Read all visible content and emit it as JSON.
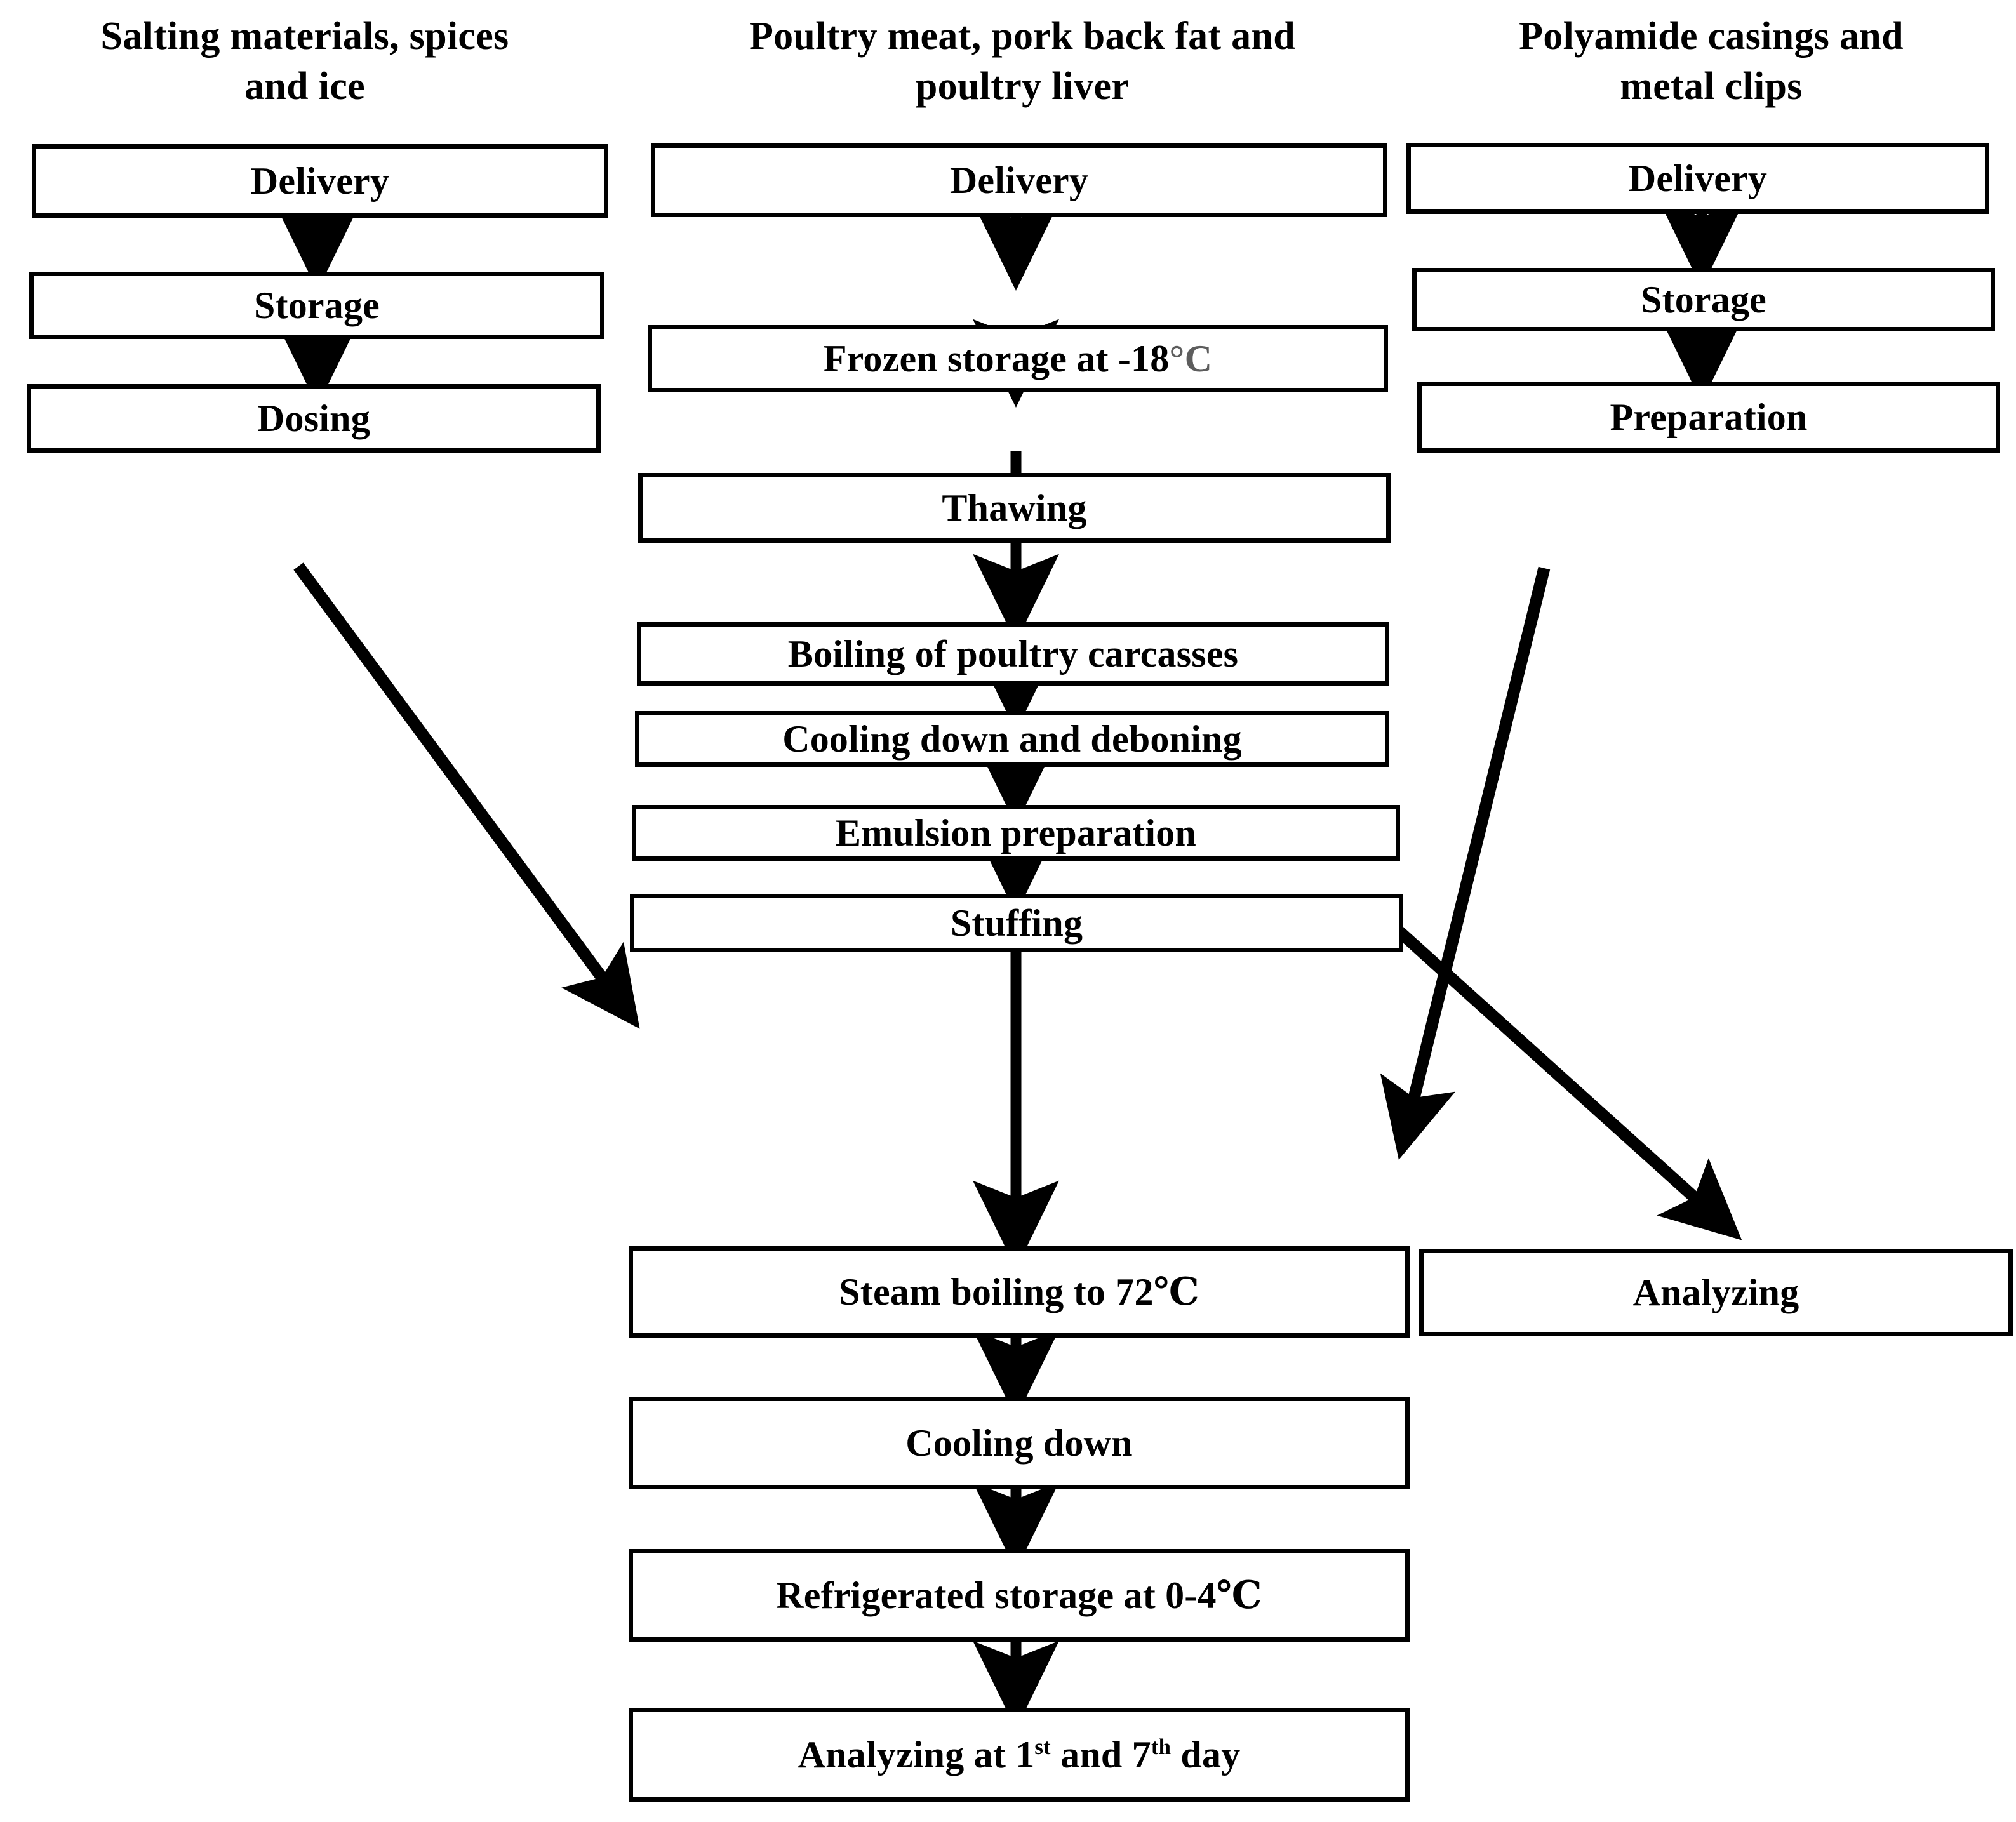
{
  "diagram": {
    "title_columns": [
      {
        "id": "col-inputs-salting",
        "text": "Salting materials, spices\nand ice"
      },
      {
        "id": "col-inputs-meat",
        "text": "Poultry meat, pork back fat and\npoultry liver"
      },
      {
        "id": "col-inputs-casings",
        "text": "Polyamide casings and\nmetal clips"
      }
    ],
    "colors": {
      "line": "#000000",
      "box_fill": "#ffffff",
      "text": "#000000",
      "degree_symbol_grey": "#5d5d5d",
      "background": "#ffffff"
    },
    "nodes": {
      "salting_delivery": "Delivery",
      "salting_storage": "Storage",
      "salting_dosing": "Dosing",
      "meat_delivery": "Delivery",
      "meat_frozen_storage_pre": "Frozen storage at -18",
      "meat_frozen_storage_deg": "°C",
      "meat_thawing": "Thawing",
      "meat_boiling": "Boiling of poultry carcasses",
      "meat_cooling_deboning": "Cooling down and deboning",
      "emulsion_preparation": "Emulsion preparation",
      "stuffing": "Stuffing",
      "steam_boiling": "Steam boiling to 72℃",
      "cooling_down": "Cooling down",
      "refrigerated_storage": "Refrigerated storage at 0-4℃",
      "analyzing_days_pre": "Analyzing at 1",
      "analyzing_days_ord1": "st",
      "analyzing_days_mid": " and 7",
      "analyzing_days_ord2": "th",
      "analyzing_days_post": " day",
      "casings_delivery": "Delivery",
      "casings_storage": "Storage",
      "casings_preparation": "Preparation",
      "analyzing": "Analyzing"
    },
    "edges": [
      {
        "from": "salting_delivery",
        "to": "salting_storage",
        "type": "vertical-arrow"
      },
      {
        "from": "salting_storage",
        "to": "salting_dosing",
        "type": "vertical-arrow"
      },
      {
        "from": "salting_dosing",
        "to": "emulsion_preparation",
        "type": "diagonal-arrow"
      },
      {
        "from": "meat_delivery",
        "to": "meat_frozen_storage",
        "type": "vertical-arrow"
      },
      {
        "from": "meat_frozen_storage",
        "to": "meat_thawing",
        "type": "vertical-arrow"
      },
      {
        "from": "meat_thawing",
        "to": "meat_boiling",
        "type": "vertical-arrow"
      },
      {
        "from": "meat_boiling",
        "to": "meat_cooling_deboning",
        "type": "vertical-arrow"
      },
      {
        "from": "meat_cooling_deboning",
        "to": "emulsion_preparation",
        "type": "vertical-arrow"
      },
      {
        "from": "emulsion_preparation",
        "to": "stuffing",
        "type": "vertical-arrow"
      },
      {
        "from": "emulsion_preparation",
        "to": "analyzing",
        "type": "diagonal-arrow"
      },
      {
        "from": "stuffing",
        "to": "steam_boiling",
        "type": "vertical-arrow"
      },
      {
        "from": "steam_boiling",
        "to": "cooling_down",
        "type": "vertical-arrow"
      },
      {
        "from": "cooling_down",
        "to": "refrigerated_storage",
        "type": "vertical-arrow"
      },
      {
        "from": "refrigerated_storage",
        "to": "analyzing_days",
        "type": "vertical-arrow"
      },
      {
        "from": "casings_delivery",
        "to": "casings_storage",
        "type": "vertical-arrow"
      },
      {
        "from": "casings_storage",
        "to": "casings_preparation",
        "type": "vertical-arrow"
      },
      {
        "from": "casings_preparation",
        "to": "stuffing",
        "type": "diagonal-arrow"
      }
    ]
  }
}
